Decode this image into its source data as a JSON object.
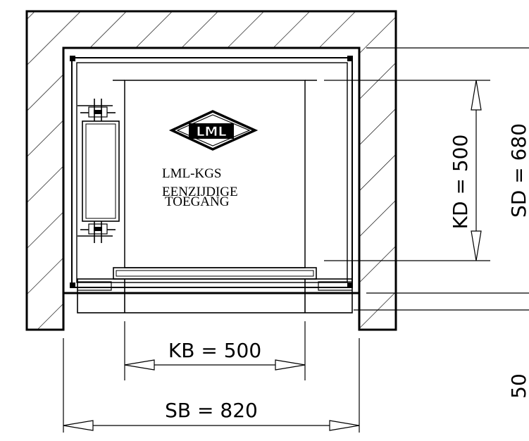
{
  "lift": {
    "product_lines": [
      "LML-KGS",
      "EENZIJDIGE",
      "TOEGANG"
    ],
    "logo_text": "LML"
  },
  "dimensions": {
    "kb": "KB = 500",
    "sb": "SB = 820",
    "kd": "KD = 500",
    "sd": "SD = 680",
    "pit": "50"
  }
}
